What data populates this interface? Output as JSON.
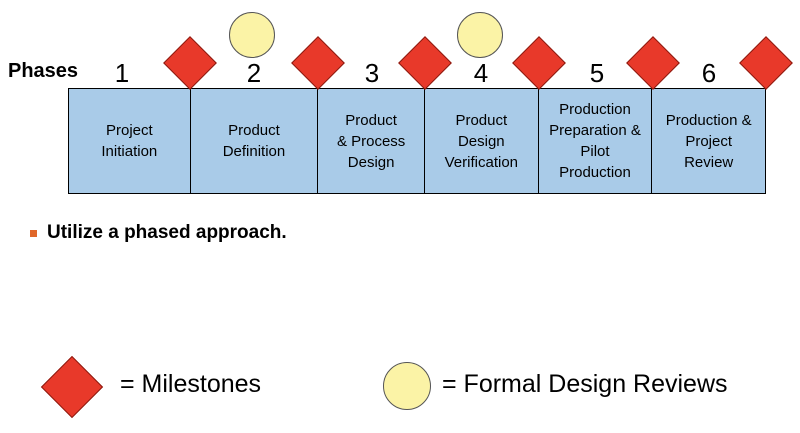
{
  "phases_label": "Phases",
  "phases": [
    {
      "number": "1",
      "label": "Project\nInitiation"
    },
    {
      "number": "2",
      "label": "Product\nDefinition"
    },
    {
      "number": "3",
      "label": "Product\n& Process\nDesign"
    },
    {
      "number": "4",
      "label": "Product\nDesign\nVerification"
    },
    {
      "number": "5",
      "label": "Production\nPreparation &\nPilot\nProduction"
    },
    {
      "number": "6",
      "label": "Production &\nProject\nReview"
    }
  ],
  "bullet": "Utilize a phased approach.",
  "legend": {
    "milestones": "= Milestones",
    "reviews": "= Formal Design Reviews"
  },
  "colors": {
    "phase_fill": "#a9cbe8",
    "milestone": "#e8392a",
    "review": "#fbf3a6",
    "bullet": "#e0672a"
  }
}
